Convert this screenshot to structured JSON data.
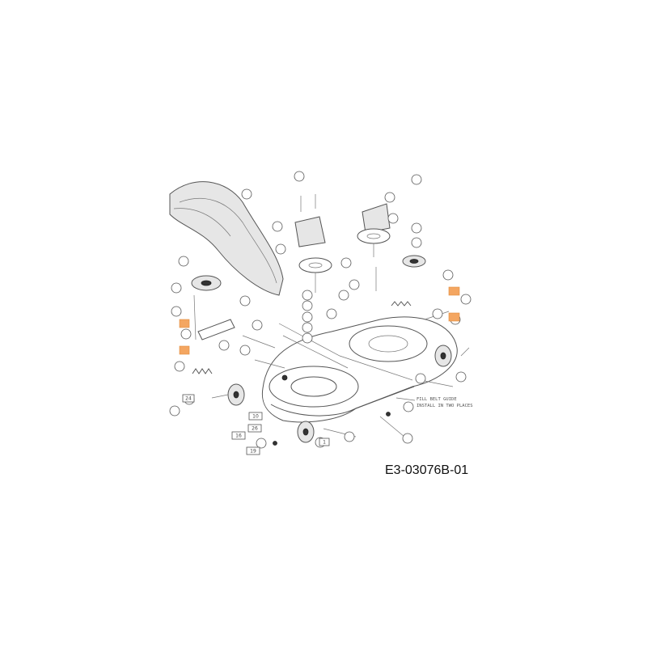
{
  "drawing_code": "E3-03076B-01",
  "note_lines": [
    "FILL BELT GUIDE",
    "INSTALL IN TWO PLACES"
  ],
  "box_labels": [
    "10",
    "16",
    "19",
    "26",
    "1",
    "24"
  ],
  "colors": {
    "highlight": "#f4a661",
    "line": "#555555"
  },
  "icons": [
    "mower-deck-diagram"
  ]
}
